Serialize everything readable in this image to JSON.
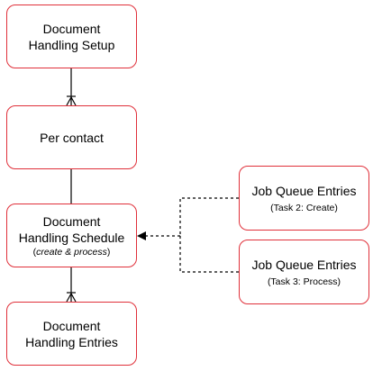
{
  "diagram": {
    "setup": {
      "line1": "Document",
      "line2": "Handling Setup"
    },
    "per_contact": {
      "label": "Per contact"
    },
    "schedule": {
      "line1": "Document",
      "line2": "Handling Schedule",
      "note_open": "(",
      "note_italic": "create & process",
      "note_close": ")"
    },
    "entries": {
      "line1": "Document",
      "line2": "Handling Entries"
    },
    "job_create": {
      "title": "Job Queue Entries",
      "sub": "(Task 2: Create)"
    },
    "job_process": {
      "title": "Job Queue Entries",
      "sub": "(Task 3: Process)"
    },
    "colors": {
      "box_border": "#e0303a",
      "line": "#000000"
    }
  }
}
